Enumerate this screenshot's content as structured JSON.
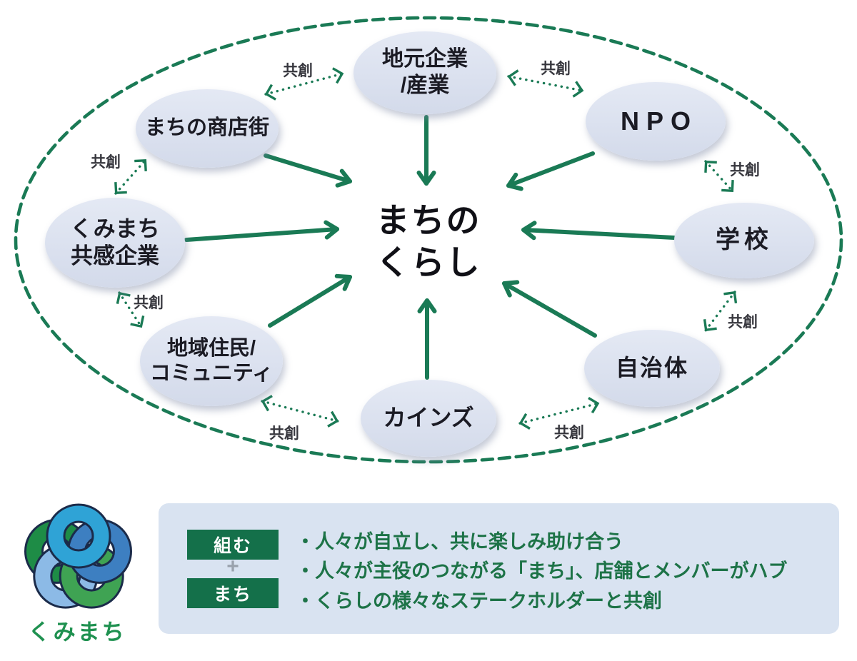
{
  "theme": {
    "green": "#1a7a55",
    "badge-green": "#14704a",
    "bullet-green": "#1d7347",
    "box-bg": "#d9e3f1",
    "label-gray": "#37373e",
    "plus-gray": "#9aa2ad",
    "logo-green": "#1f9150"
  },
  "diagram": {
    "center_label": "まちの\nくらし",
    "cocreation_label": "共創",
    "nodes": [
      {
        "id": "local-industry",
        "label": "地元企業\n/産業"
      },
      {
        "id": "npo",
        "label": "NPO"
      },
      {
        "id": "school",
        "label": "学校"
      },
      {
        "id": "municipality",
        "label": "自治体"
      },
      {
        "id": "cainz",
        "label": "カインズ"
      },
      {
        "id": "residents",
        "label": "地域住民/\nコミュニティ"
      },
      {
        "id": "kumimachi-companies",
        "label": "くみまち\n共感企業"
      },
      {
        "id": "shopping-street",
        "label": "まちの商店街"
      }
    ]
  },
  "footer": {
    "logo_text": "くみまち",
    "badge_top": "組む",
    "plus": "+",
    "badge_bottom": "まち",
    "bullets": [
      "・人々が自立し、共に楽しみ助け合う",
      "・人々が主役のつながる「まち」、店舗とメンバーがハブ",
      "・くらしの様々なステークホルダーと共創"
    ],
    "logo_colors": [
      "#2fa3d6",
      "#3d7fc1",
      "#3fa353",
      "#8cbae6",
      "#1e8c46"
    ],
    "logo_outline": "#1b2b4a"
  }
}
